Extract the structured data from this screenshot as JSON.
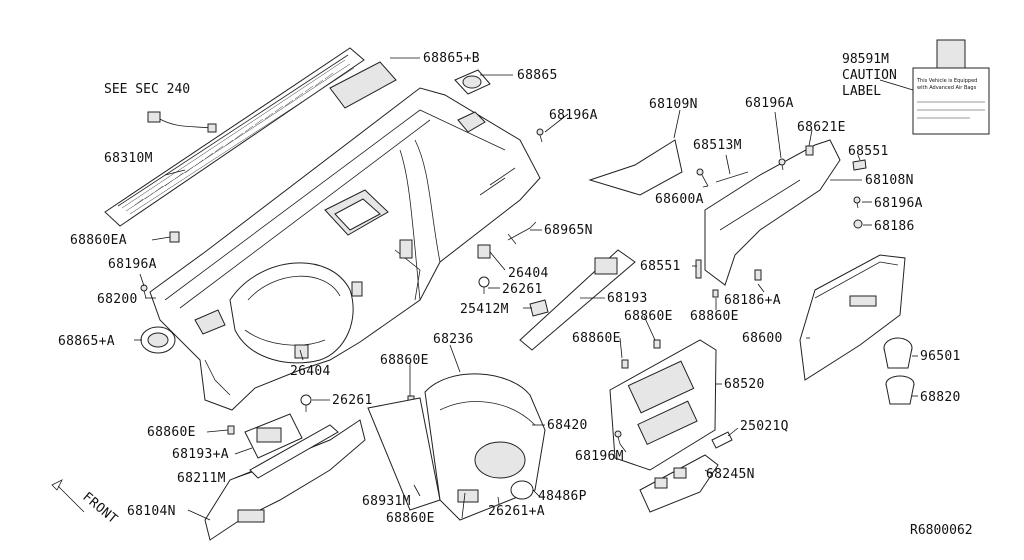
{
  "diagram": {
    "see_note": "SEE SEC 240",
    "diagram_ref": "R6800062",
    "front_label": "FRONT",
    "caution_label": {
      "part": "98591M",
      "line1": "CAUTION",
      "line2": "LABEL",
      "sticker_line1": "This Vehicle is Equipped",
      "sticker_line2": "with Advanced Air Bags"
    },
    "callouts": [
      {
        "id": "c1",
        "text": "68865+B"
      },
      {
        "id": "c2",
        "text": "68865"
      },
      {
        "id": "c3",
        "text": "68310M"
      },
      {
        "id": "c4",
        "text": "68196A"
      },
      {
        "id": "c5",
        "text": "68860EA"
      },
      {
        "id": "c6",
        "text": "68196A"
      },
      {
        "id": "c7",
        "text": "68200"
      },
      {
        "id": "c8",
        "text": "68865+A"
      },
      {
        "id": "c9",
        "text": "26404"
      },
      {
        "id": "c10",
        "text": "68860E"
      },
      {
        "id": "c11",
        "text": "26261"
      },
      {
        "id": "c12",
        "text": "68860E"
      },
      {
        "id": "c13",
        "text": "68193+A"
      },
      {
        "id": "c14",
        "text": "68211M"
      },
      {
        "id": "c15",
        "text": "68104N"
      },
      {
        "id": "c16",
        "text": "68931M"
      },
      {
        "id": "c17",
        "text": "68860E"
      },
      {
        "id": "c18",
        "text": "26261+A"
      },
      {
        "id": "c19",
        "text": "48486P"
      },
      {
        "id": "c20",
        "text": "68420"
      },
      {
        "id": "c21",
        "text": "68236"
      },
      {
        "id": "c22",
        "text": "68965N"
      },
      {
        "id": "c23",
        "text": "26404"
      },
      {
        "id": "c24",
        "text": "26261"
      },
      {
        "id": "c25",
        "text": "25412M"
      },
      {
        "id": "c26",
        "text": "68193"
      },
      {
        "id": "c27",
        "text": "68860E"
      },
      {
        "id": "c28",
        "text": "68860E"
      },
      {
        "id": "c29",
        "text": "68109N"
      },
      {
        "id": "c30",
        "text": "68513M"
      },
      {
        "id": "c31",
        "text": "68600A"
      },
      {
        "id": "c32",
        "text": "68196A"
      },
      {
        "id": "c33",
        "text": "68621E"
      },
      {
        "id": "c34",
        "text": "68551"
      },
      {
        "id": "c35",
        "text": "68108N"
      },
      {
        "id": "c36",
        "text": "68196A"
      },
      {
        "id": "c37",
        "text": "68186"
      },
      {
        "id": "c38",
        "text": "68551"
      },
      {
        "id": "c39",
        "text": "68186+A"
      },
      {
        "id": "c40",
        "text": "68860E"
      },
      {
        "id": "c41",
        "text": "68600"
      },
      {
        "id": "c42",
        "text": "96501"
      },
      {
        "id": "c43",
        "text": "68820"
      },
      {
        "id": "c44",
        "text": "68520"
      },
      {
        "id": "c45",
        "text": "25021Q"
      },
      {
        "id": "c46",
        "text": "68196M"
      },
      {
        "id": "c47",
        "text": "68245N"
      }
    ]
  }
}
